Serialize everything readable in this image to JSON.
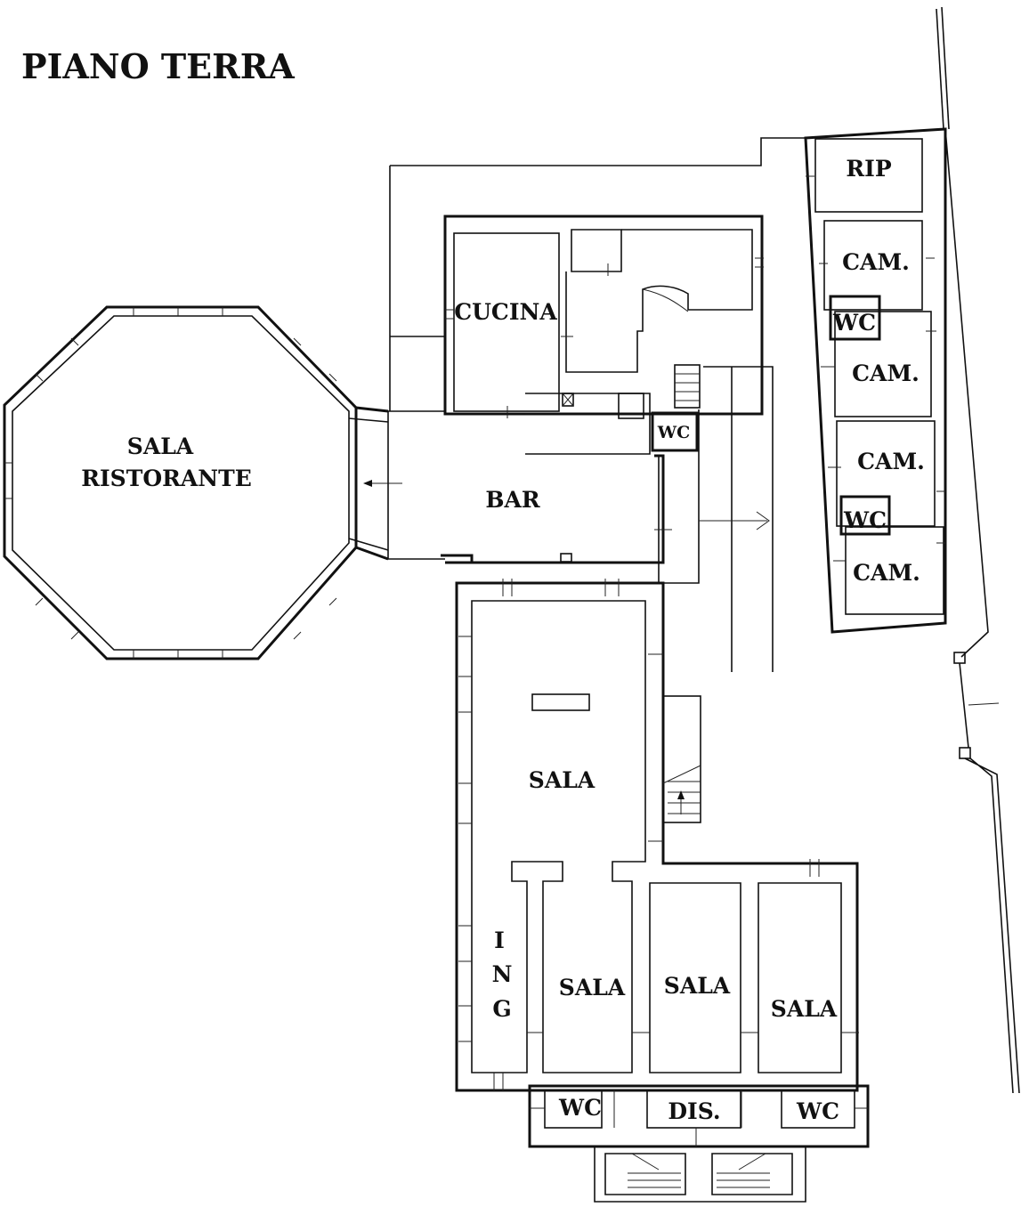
{
  "title": "PIANO TERRA",
  "rooms": {
    "sala_ristorante_line1": "SALA",
    "sala_ristorante_line2": "RISTORANTE",
    "cucina": "CUCINA",
    "bar": "BAR",
    "wc_bar": "WC",
    "rip": "RIP",
    "cam_1": "CAM.",
    "wc_1": "WC",
    "cam_2": "CAM.",
    "cam_3": "CAM.",
    "wc_2": "WC",
    "cam_4": "CAM.",
    "sala_main": "SALA",
    "ing_1": "I",
    "ing_2": "N",
    "ing_3": "G",
    "sala_a": "SALA",
    "sala_b": "SALA",
    "sala_c": "SALA",
    "wc_left": "WC",
    "dis": "DIS.",
    "wc_right": "WC"
  }
}
